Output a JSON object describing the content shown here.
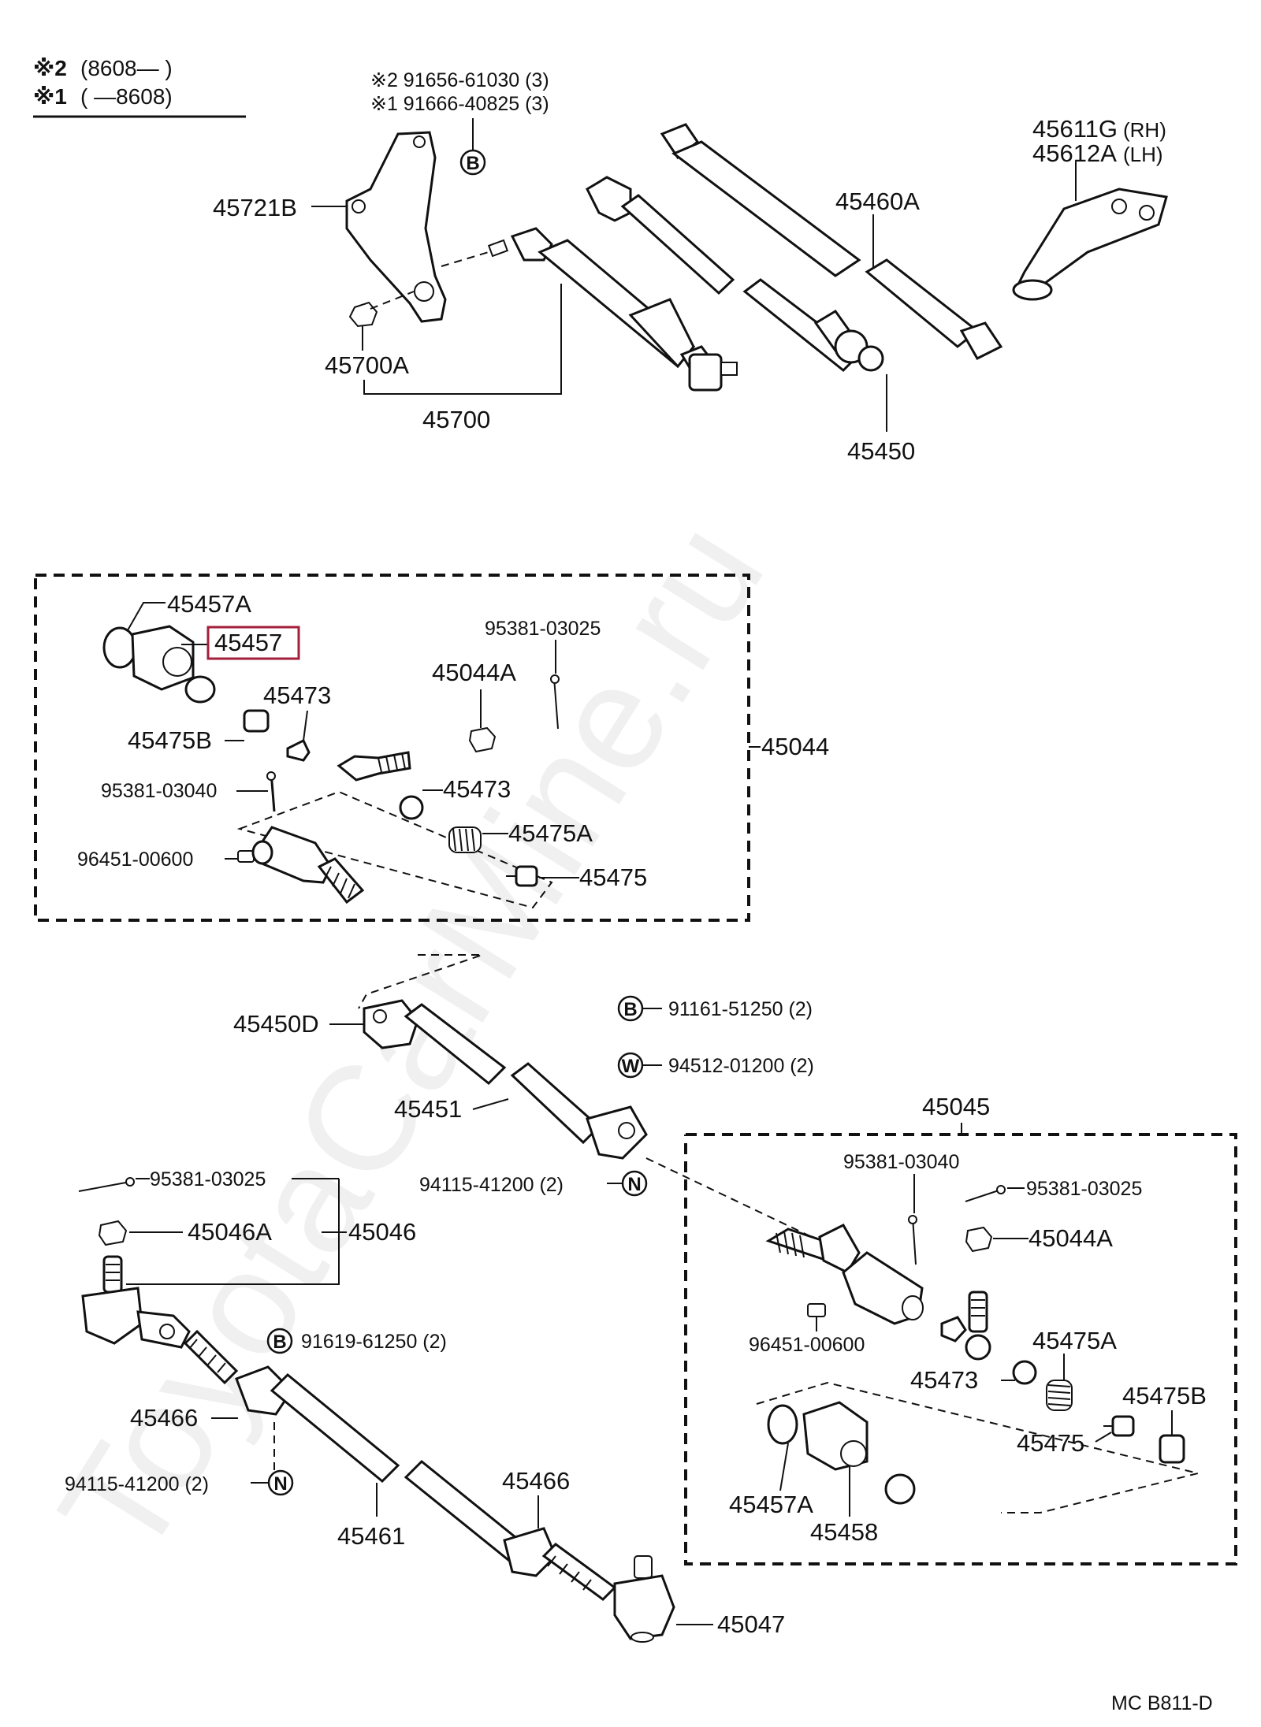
{
  "highlight_color": "#a31f3a",
  "watermark": "ToyotaCarMine.ru",
  "notes": {
    "line1_mark": "※2",
    "line1_text": "(8608—      )",
    "line2_mark": "※1",
    "line2_text": "(       —8608)"
  },
  "top": {
    "bolt_note_1": "※2 91656-61030 (3)",
    "bolt_note_2": "※1 91666-40825 (3)",
    "p45721B": "45721B",
    "p45700A": "45700A",
    "p45700": "45700",
    "p45460A": "45460A",
    "p45450": "45450",
    "p45611G": "45611G",
    "rh": "(RH)",
    "p45612A": "45612A",
    "lh": "(LH)"
  },
  "kit1": {
    "p45457A": "45457A",
    "p45457": "45457",
    "p45475B": "45475B",
    "p45473_a": "45473",
    "p45473_b": "45473",
    "p95381_03040": "95381-03040",
    "p96451_00600": "96451-00600",
    "p95381_03025": "95381-03025",
    "p45044A": "45044A",
    "p45475A": "45475A",
    "p45475": "45475",
    "p45044": "45044"
  },
  "middle": {
    "p45450D": "45450D",
    "p45451": "45451",
    "b_code": "91161-51250 (2)",
    "w_code": "94512-01200 (2)",
    "n_code": "94115-41200 (2)"
  },
  "kit2": {
    "p45045": "45045",
    "p95381_03040": "95381-03040",
    "p95381_03025": "95381-03025",
    "p45044A": "45044A",
    "p96451_00600": "96451-00600",
    "p45475A": "45475A",
    "p45473": "45473",
    "p45475B": "45475B",
    "p45475": "45475",
    "p45457A": "45457A",
    "p45458": "45458"
  },
  "bottom": {
    "p95381_03025": "95381-03025",
    "p45046A": "45046A",
    "p45046": "45046",
    "b_code": "91619-61250 (2)",
    "p45466_a": "45466",
    "p45466_b": "45466",
    "n_code": "94115-41200 (2)",
    "p45461": "45461",
    "p45047": "45047"
  },
  "circled": {
    "b": "B",
    "w": "W",
    "n": "N"
  },
  "footer_code": "MC  B811-D"
}
